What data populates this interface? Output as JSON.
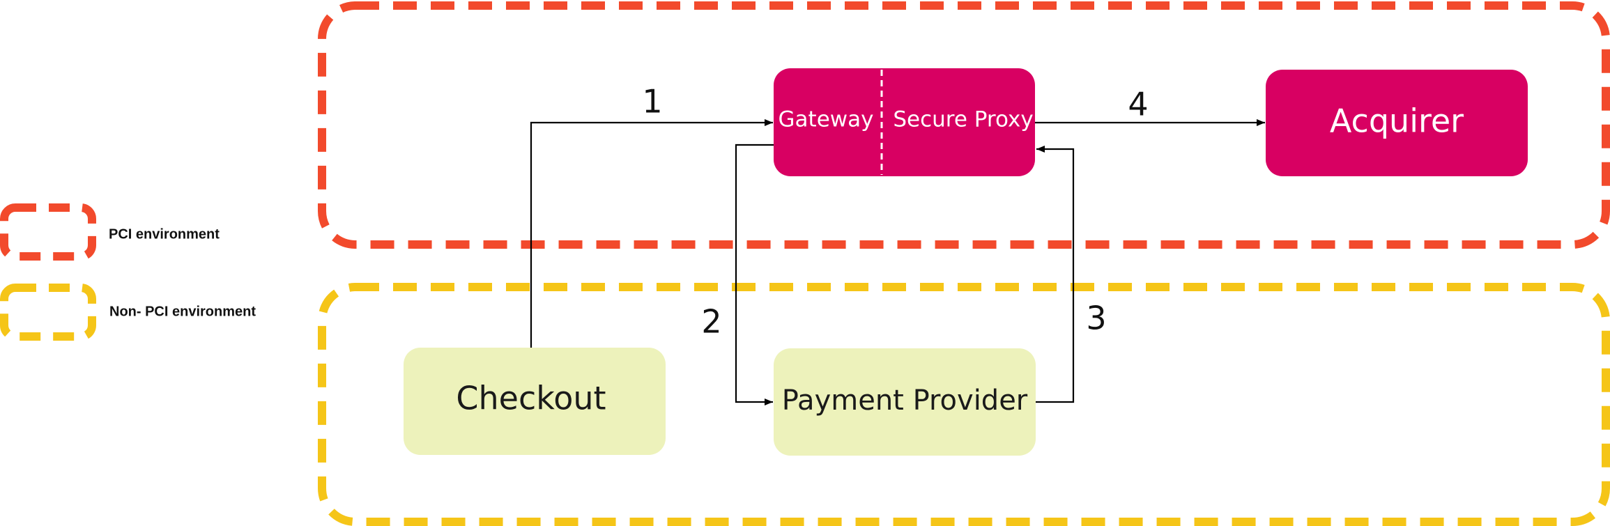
{
  "colors": {
    "pci_zone": "#f24a2c",
    "non_pci_zone": "#f5c518",
    "pci_node": "#d80062",
    "non_pci_node": "#edf2bb",
    "pci_node_text": "#ffffff",
    "non_pci_node_text": "#1a1a1a",
    "arrow": "#000000"
  },
  "legend": {
    "pci": "PCI environment",
    "non_pci": "Non- PCI environment"
  },
  "nodes": {
    "gateway": "Gateway",
    "secure_proxy": "Secure Proxy",
    "acquirer": "Acquirer",
    "checkout": "Checkout",
    "payment_provider": "Payment Provider"
  },
  "steps": [
    "1",
    "2",
    "3",
    "4"
  ]
}
